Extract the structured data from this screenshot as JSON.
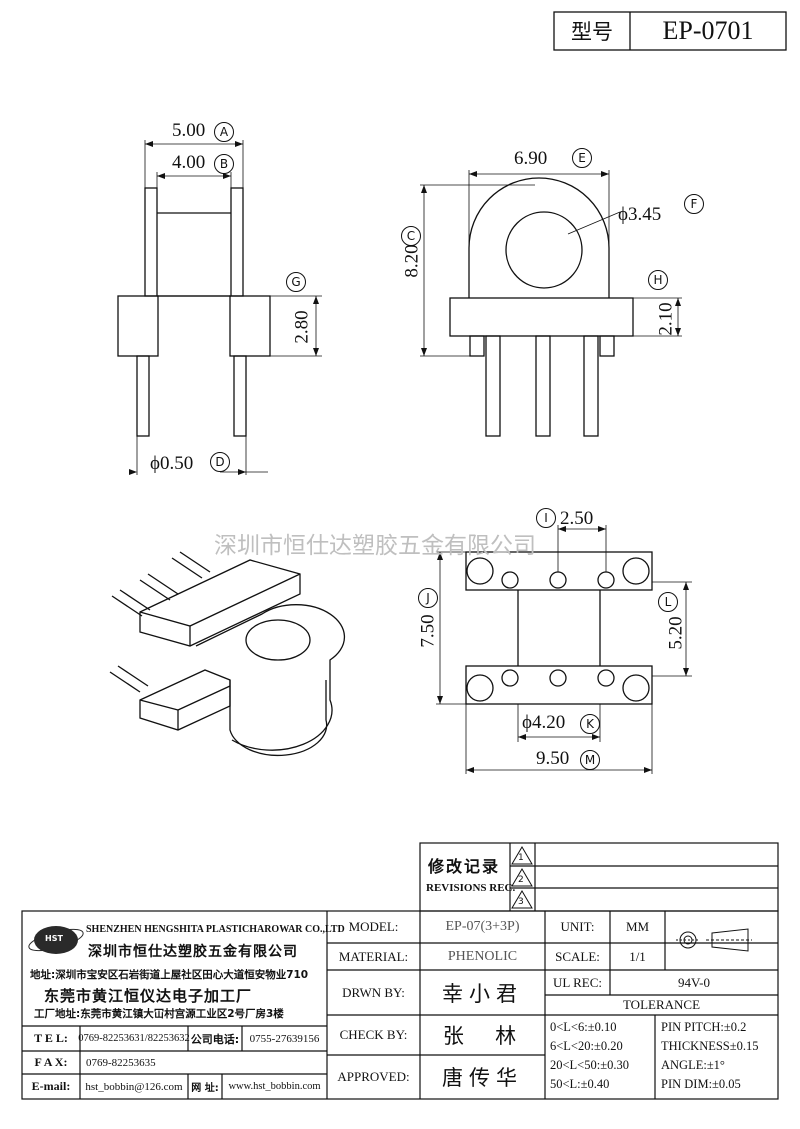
{
  "header": {
    "label": "型号",
    "model_no": "EP-0701"
  },
  "dims": {
    "a": "5.00",
    "b": "4.00",
    "c": "8.20",
    "d": "ϕ0.50",
    "e": "6.90",
    "f": "ϕ3.45",
    "g": "2.80",
    "h": "2.10",
    "i": "2.50",
    "j": "7.50",
    "k": "ϕ4.20",
    "l": "5.20",
    "m": "9.50"
  },
  "markers": [
    "A",
    "B",
    "C",
    "D",
    "E",
    "F",
    "G",
    "H",
    "I",
    "J",
    "K",
    "L",
    "M"
  ],
  "watermark": "深圳市恒仕达塑胶五金有限公司",
  "revisions": {
    "title_cn": "修改记录",
    "title_en": "REVISIONS REC.",
    "rows": [
      "1",
      "2",
      "3"
    ]
  },
  "company": {
    "logo": "HST",
    "name_en": "SHENZHEN HENGSHITA PLASTICHAROWAR CO.,LTD",
    "name_cn": "深圳市恒仕达塑胶五金有限公司",
    "address": "地址:深圳市宝安区石岩街道上屋社区田心大道恒安物业710",
    "factory_name": "东莞市黄江恒仪达电子加工厂",
    "factory_address": "工厂地址:东莞市黄江镇大冚村宫源工业区2号厂房3楼"
  },
  "contact": {
    "tel_label": "T E L:",
    "tel": "0769-82253631/82253632",
    "office_label": "公司电话:",
    "office": "0755-27639156",
    "fax_label": "F A X:",
    "fax": "0769-82253635",
    "email_label": "E-mail:",
    "email": "hst_bobbin@126.com",
    "web_label": "网  址:",
    "web": "www.hst_bobbin.com"
  },
  "specs": {
    "model_label": "MODEL:",
    "model": "EP-07(3+3P)",
    "material_label": "MATERIAL:",
    "material": "PHENOLIC",
    "drawn_label": "DRWN BY:",
    "drawn": "幸小君",
    "check_label": "CHECK BY:",
    "check": "张  林",
    "approved_label": "APPROVED:",
    "approved": "唐传华",
    "unit_label": "UNIT:",
    "unit": "MM",
    "scale_label": "SCALE:",
    "scale": "1/1",
    "ul_label": "UL REC:",
    "ul": "94V-0",
    "tolerance_label": "TOLERANCE",
    "tol_left": [
      "0<L<6:±0.10",
      "6<L<20:±0.20",
      "20<L<50:±0.30",
      "50<L:±0.40"
    ],
    "tol_right": [
      "PIN PITCH:±0.2",
      "THICKNESS±0.15",
      "ANGLE:±1°",
      "PIN DIM:±0.05"
    ]
  }
}
